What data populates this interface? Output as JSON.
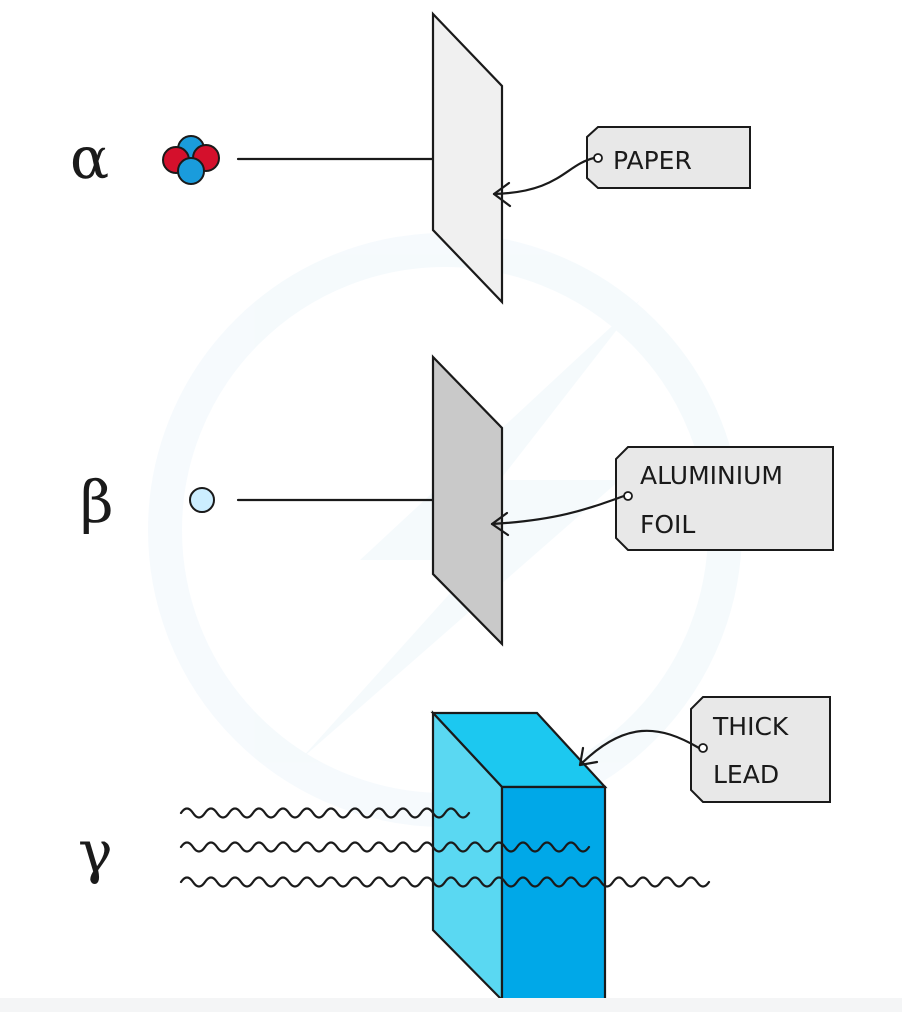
{
  "rows": [
    {
      "id": "alpha",
      "symbol": "α",
      "barrier_label": [
        "PAPER"
      ],
      "barrier_color": "#f0f0f0"
    },
    {
      "id": "beta",
      "symbol": "β",
      "barrier_label": [
        "ALUMINIUM",
        "FOIL"
      ],
      "barrier_color": "#c9c9c9"
    },
    {
      "id": "gamma",
      "symbol": "γ",
      "barrier_label": [
        "THICK",
        "LEAD"
      ],
      "barrier_color": "#00a8e8"
    }
  ],
  "colors": {
    "proton": "#d4102c",
    "neutron": "#1a9cdc",
    "electron": "#cceeff",
    "tag": "#e8e8e8",
    "lead_front": "#5ad8f2",
    "lead_side": "#00a8e8",
    "lead_top": "#1cc8f0",
    "watermark": "#eef6fb"
  },
  "icons": {
    "alpha_particle": "helium-nucleus-icon",
    "beta_particle": "electron-icon",
    "gamma_rays": "wave-icon"
  }
}
